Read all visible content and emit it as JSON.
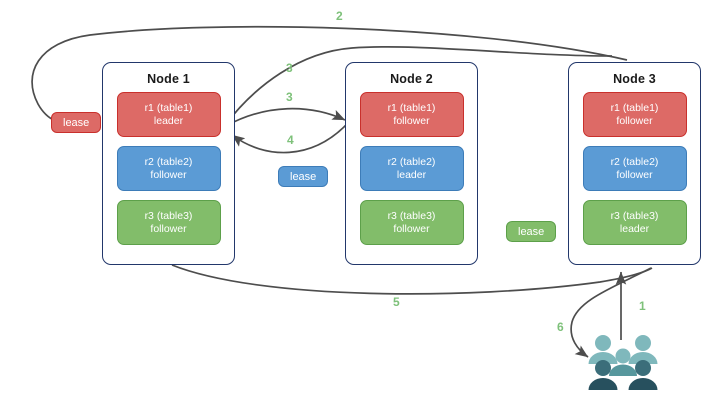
{
  "diagram": {
    "title": "lease-and-range-replica-routing-diagram",
    "background": "#ffffff",
    "edge_color": "#4d4d4d",
    "label_color": "#7ec17a",
    "node_border_color": "#22376b",
    "colors": {
      "red": "#dd6a66",
      "red_border": "#c9302c",
      "blue": "#5b9bd5",
      "blue_border": "#3d7cb8",
      "green": "#82bd6a",
      "green_border": "#5da04a",
      "users_light": "#7fb8bc",
      "users_mid": "#57979d",
      "users_dark": "#3b6e7a",
      "users_darkest": "#27505e"
    }
  },
  "nodes": [
    {
      "id": "node1",
      "title": "Node 1",
      "replicas": [
        {
          "name": "r1 (table1)",
          "role": "leader",
          "color": "red"
        },
        {
          "name": "r2 (table2)",
          "role": "follower",
          "color": "blue"
        },
        {
          "name": "r3 (table3)",
          "role": "follower",
          "color": "green"
        }
      ]
    },
    {
      "id": "node2",
      "title": "Node 2",
      "replicas": [
        {
          "name": "r1 (table1)",
          "role": "follower",
          "color": "red"
        },
        {
          "name": "r2 (table2)",
          "role": "leader",
          "color": "blue"
        },
        {
          "name": "r3 (table3)",
          "role": "follower",
          "color": "green"
        }
      ]
    },
    {
      "id": "node3",
      "title": "Node 3",
      "replicas": [
        {
          "name": "r1 (table1)",
          "role": "follower",
          "color": "red"
        },
        {
          "name": "r2 (table2)",
          "role": "follower",
          "color": "blue"
        },
        {
          "name": "r3 (table3)",
          "role": "leader",
          "color": "green"
        }
      ]
    }
  ],
  "leases": [
    {
      "id": "lease-red",
      "label": "lease",
      "color": "red",
      "for": "r1 (table1)"
    },
    {
      "id": "lease-blue",
      "label": "lease",
      "color": "blue",
      "for": "r2 (table2)"
    },
    {
      "id": "lease-green",
      "label": "lease",
      "color": "green",
      "for": "r3 (table3)"
    }
  ],
  "edge_labels": [
    {
      "id": "label-2",
      "text": "2"
    },
    {
      "id": "label-3a",
      "text": "3"
    },
    {
      "id": "label-3b",
      "text": "3"
    },
    {
      "id": "label-4",
      "text": "4"
    },
    {
      "id": "label-5",
      "text": "5"
    },
    {
      "id": "label-1",
      "text": "1"
    },
    {
      "id": "label-6",
      "text": "6"
    }
  ],
  "actors": {
    "users": {
      "icon": "users-group-icon",
      "count": 6
    }
  }
}
